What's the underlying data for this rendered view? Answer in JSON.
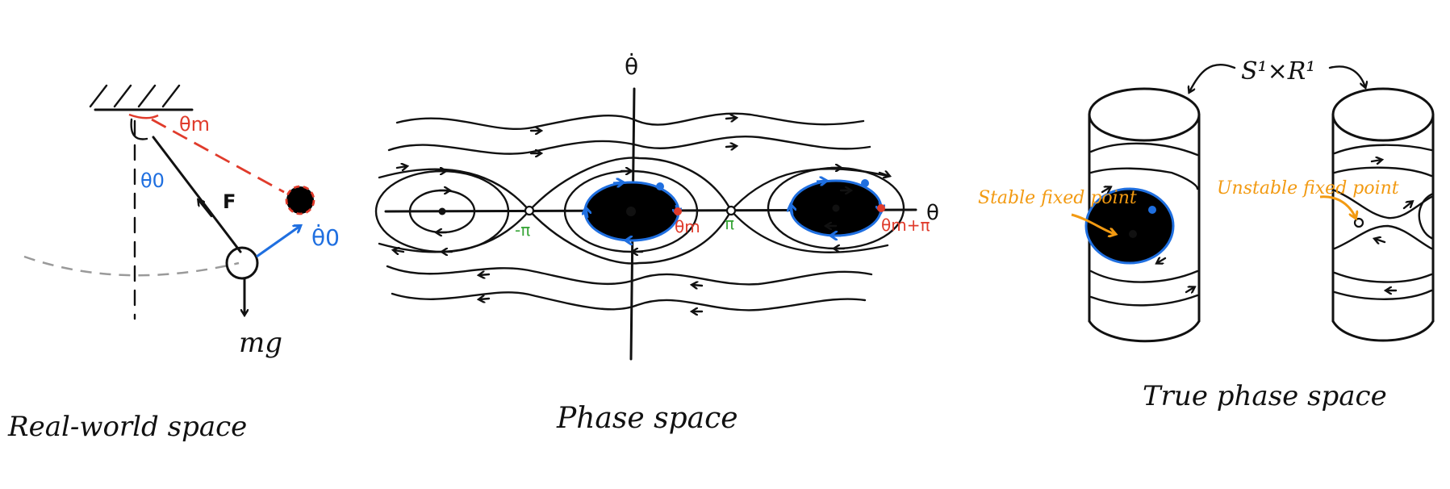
{
  "captions": {
    "real_world": "Real-world space",
    "phase": "Phase space",
    "true_phase": "True phase space"
  },
  "pendulum_labels": {
    "theta_m": "θm",
    "theta_0": "θ0",
    "force": "F",
    "theta_dot_0": "θ̇0",
    "weight": "mg"
  },
  "phase_labels": {
    "y_axis": "θ̇",
    "x_axis": "θ",
    "neg_pi": "-π",
    "pi": "π",
    "theta_m": "θm",
    "theta_m_plus_pi": "θm+π"
  },
  "true_phase_labels": {
    "manifold": "S¹×R¹",
    "stable": "Stable fixed point",
    "unstable": "Unstable fixed point"
  },
  "colors": {
    "ink": "#111111",
    "blue": "#1f6fe0",
    "red": "#e03b2b",
    "orange": "#f29a12",
    "green": "#3aa63a",
    "gray": "#9a9a9a"
  }
}
